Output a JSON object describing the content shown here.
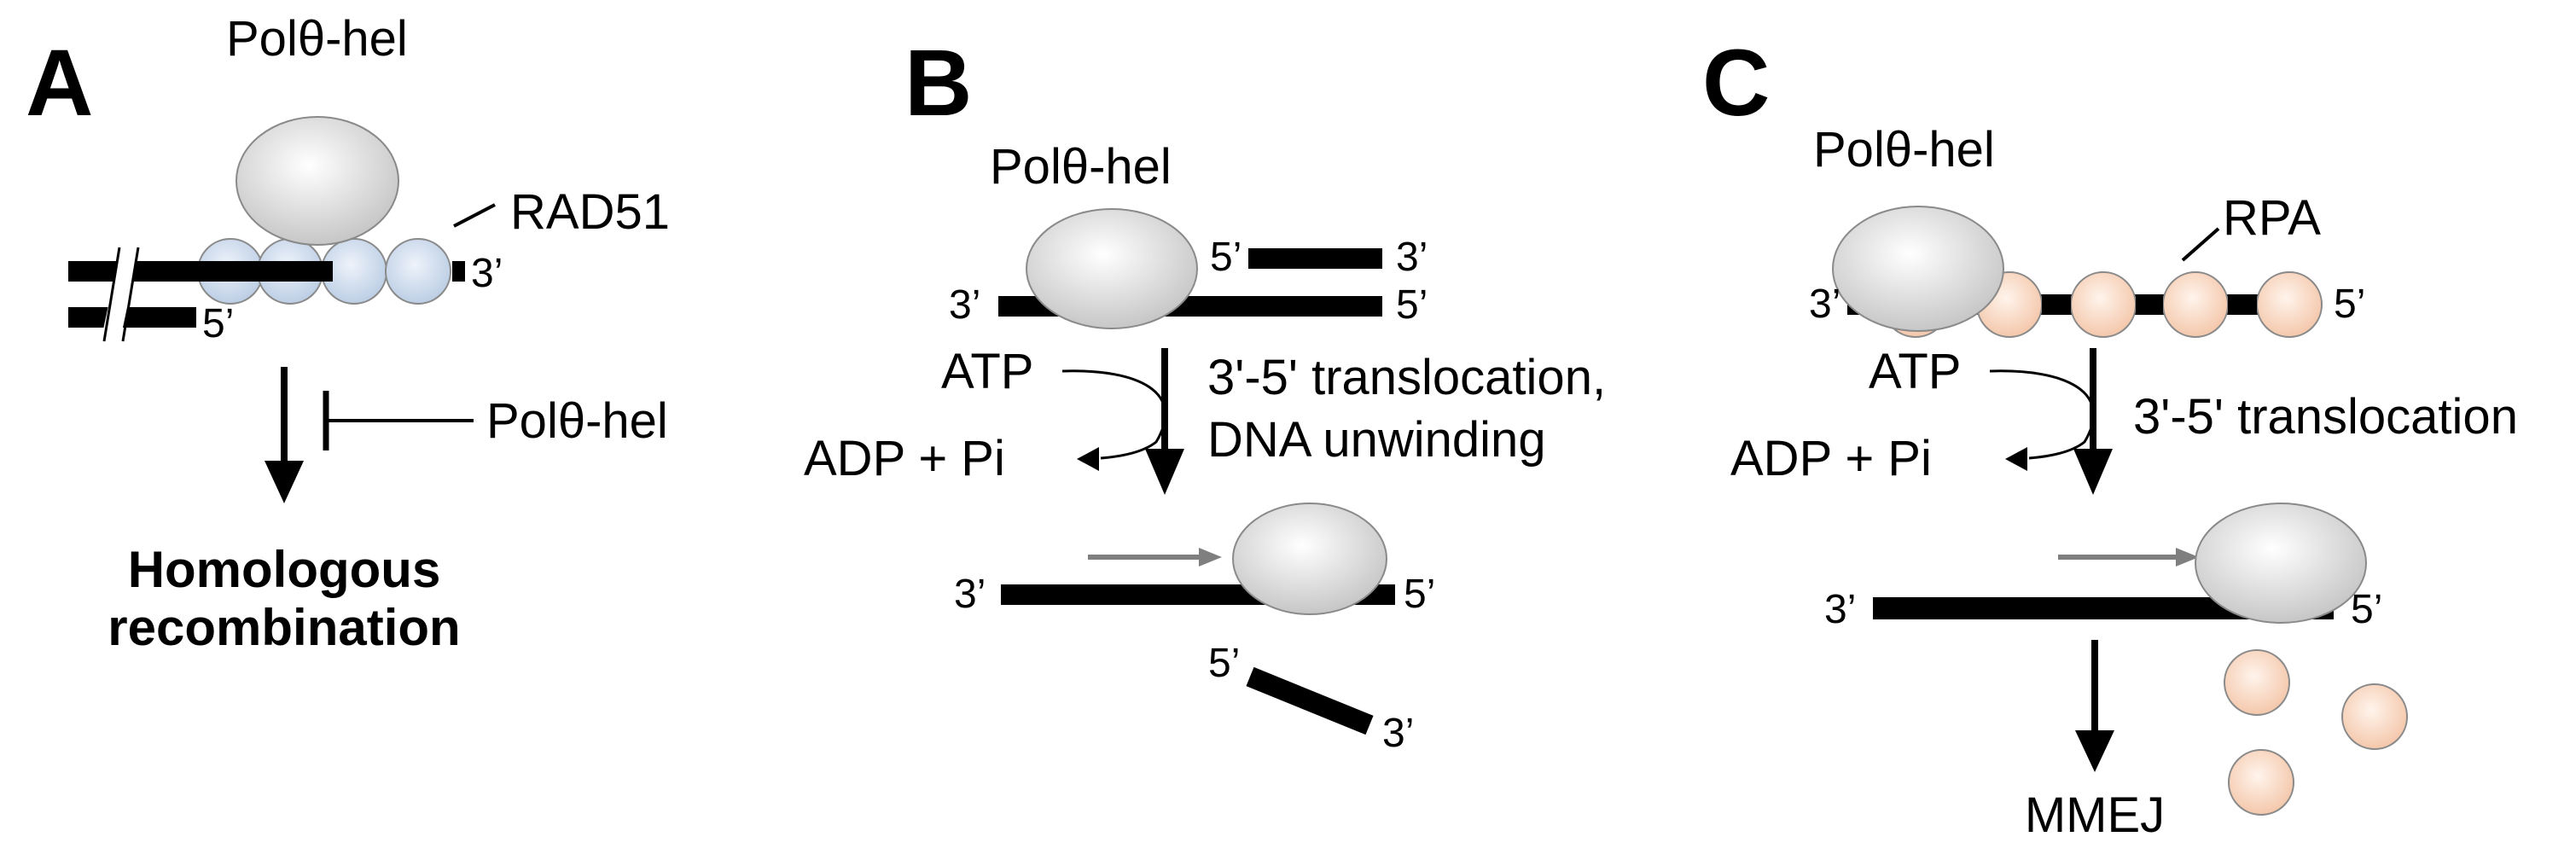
{
  "panels": {
    "a": {
      "letter": "A",
      "protein": "Polθ-hel",
      "filament": "RAD51",
      "end_3": "3’",
      "end_5": "5’",
      "inhibitor": "Polθ-hel",
      "outcome_line1": "Homologous",
      "outcome_line2": "recombination"
    },
    "b": {
      "letter": "B",
      "protein": "Polθ-hel",
      "top_5": "5’",
      "top_3": "3’",
      "bottom_3": "3’",
      "bottom_5": "5’",
      "atp": "ATP",
      "adp": "ADP + Pi",
      "step_line1": "3'-5' translocation,",
      "step_line2": "DNA unwinding",
      "product_3": "3’",
      "product_5": "5’",
      "released_5": "5’",
      "released_3": "3’"
    },
    "c": {
      "letter": "C",
      "protein": "Polθ-hel",
      "filament": "RPA",
      "strand_3": "3’",
      "strand_5": "5’",
      "atp": "ATP",
      "adp": "ADP + Pi",
      "step_line1": "3'-5' translocation",
      "product_3": "3’",
      "product_5": "5’",
      "outcome": "MMEJ"
    }
  },
  "colors": {
    "polq": "#d9d9d9",
    "rad51": "#cfdcec",
    "rpa": "#f8d4bf",
    "dna": "#000000",
    "direction_arrow": "#7f7f7f"
  }
}
